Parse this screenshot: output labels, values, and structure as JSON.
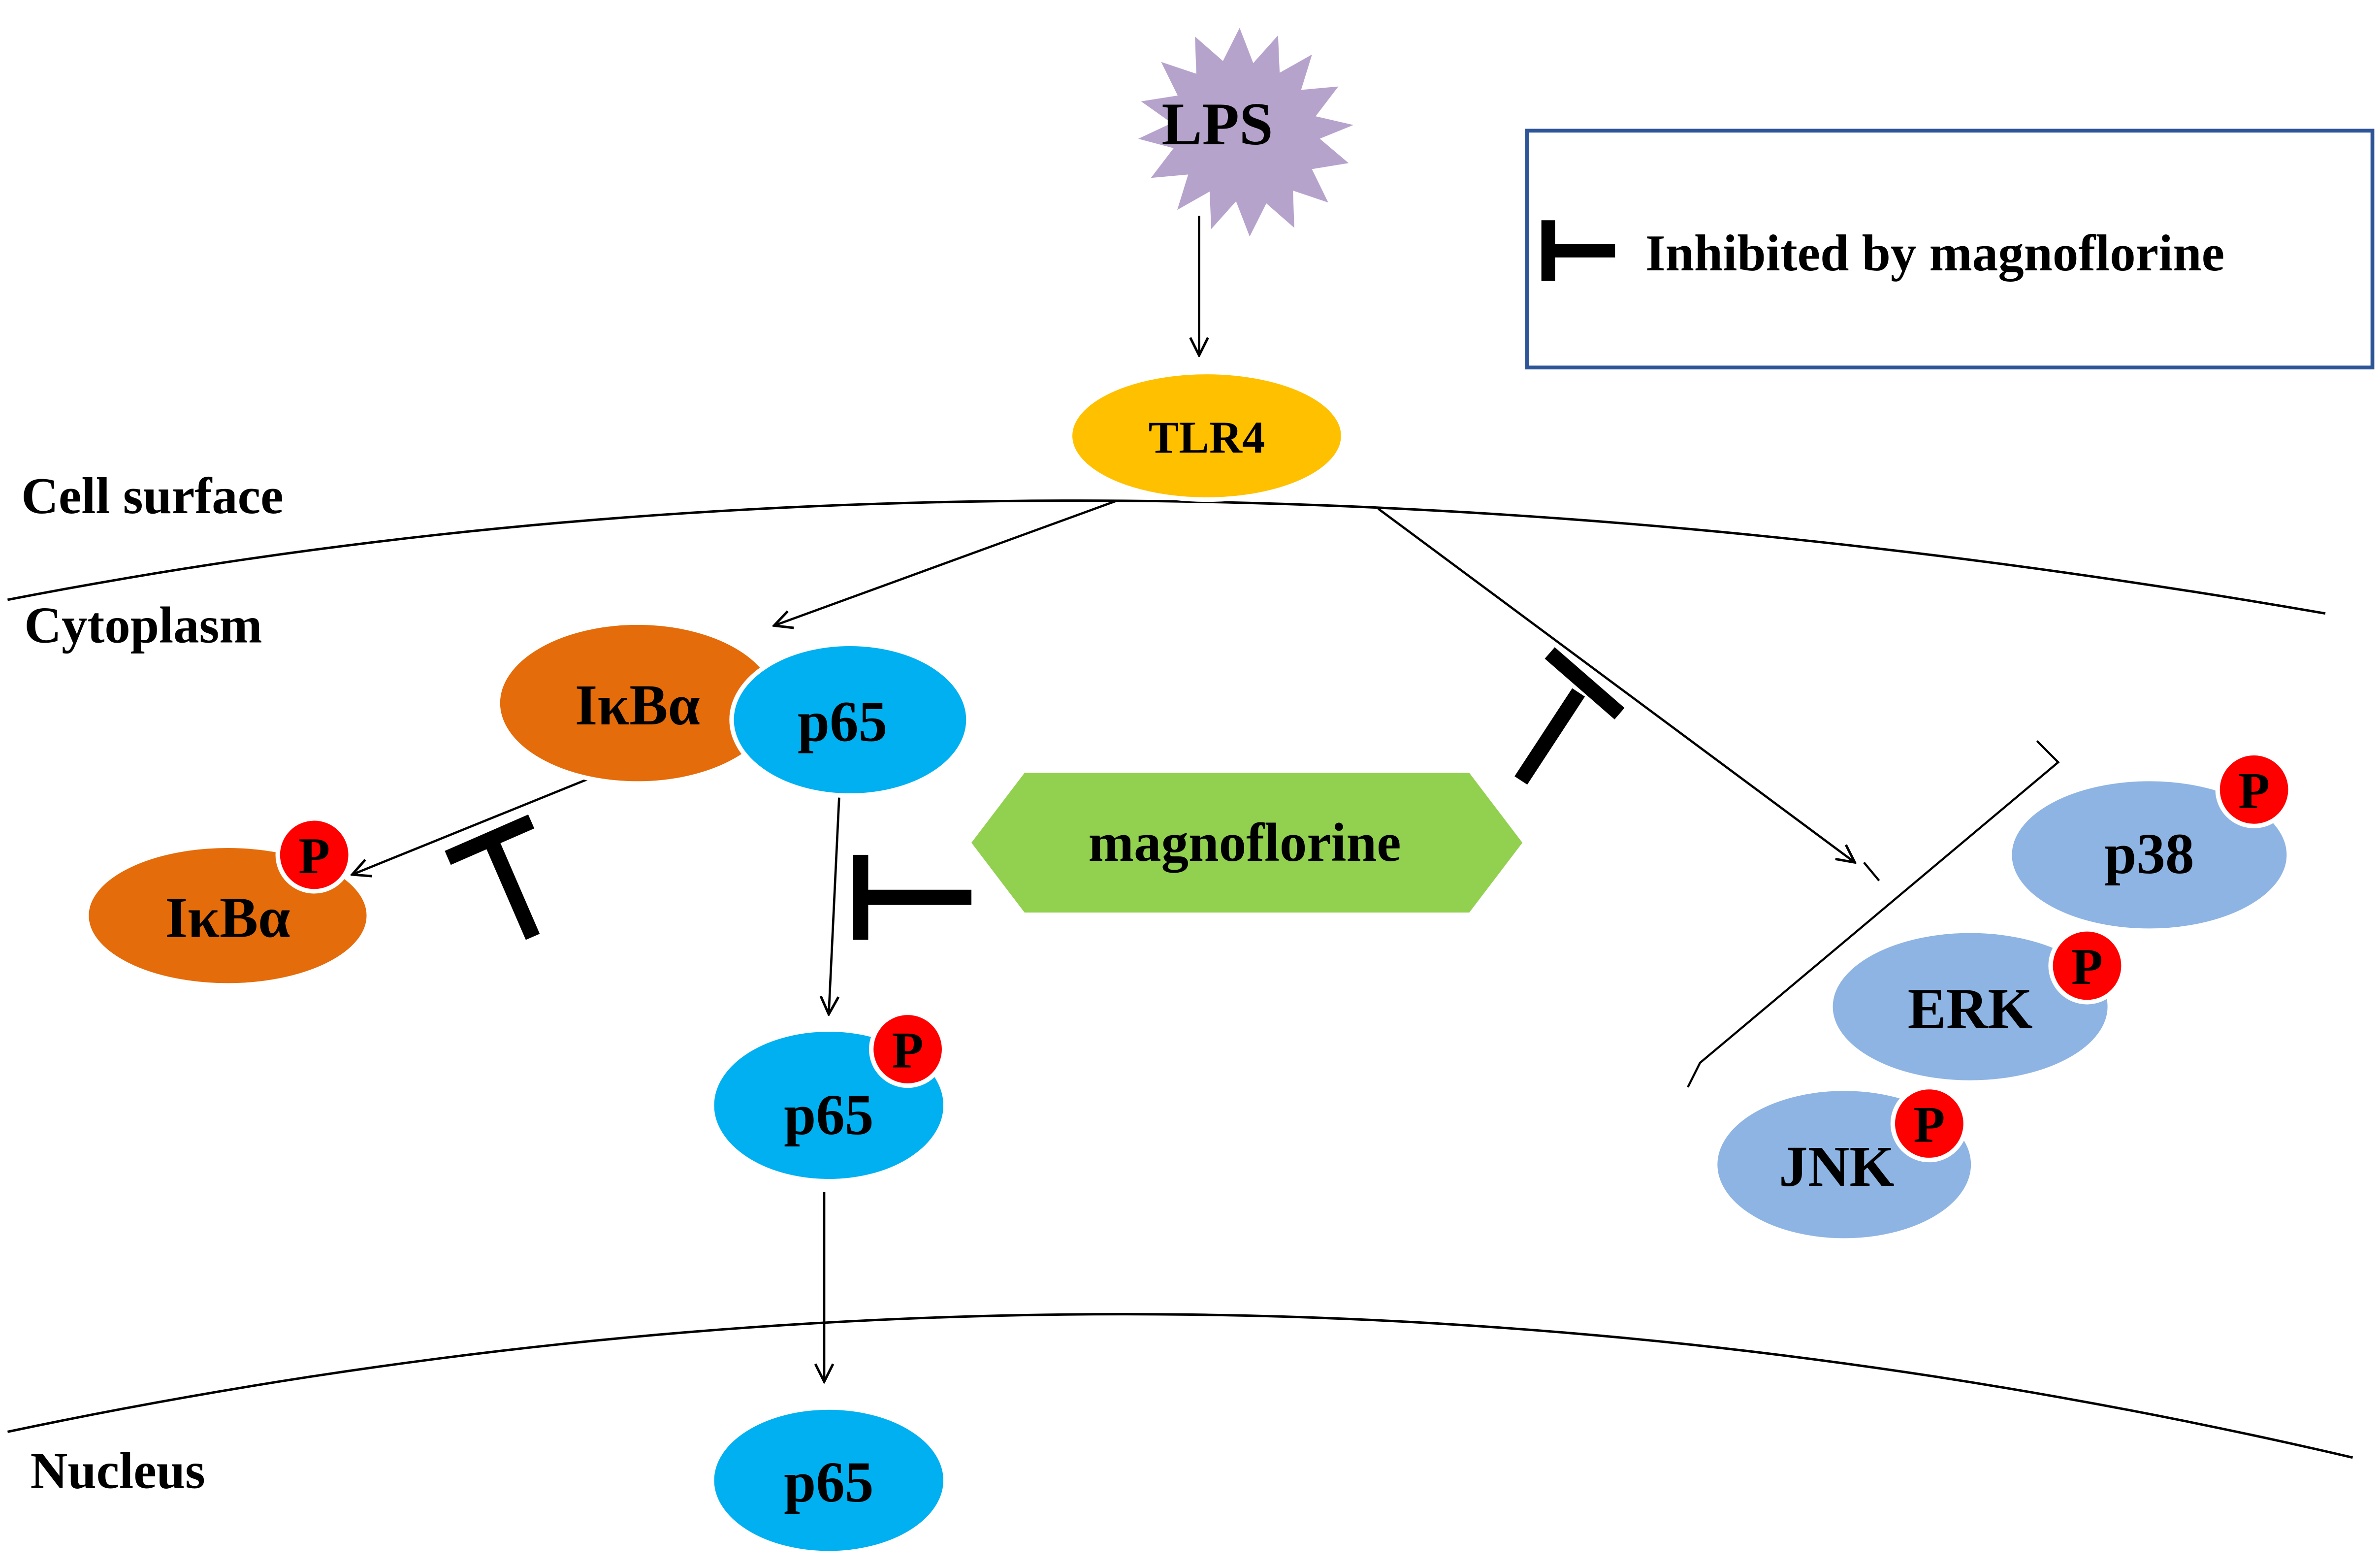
{
  "regions": {
    "cell_surface": "Cell surface",
    "cytoplasm": "Cytoplasm",
    "nucleus": "Nucleus"
  },
  "legend": {
    "text": "Inhibited by magnoflorine"
  },
  "nodes": {
    "lps": "LPS",
    "tlr4": "TLR4",
    "ikba_complex": "IκBα",
    "p65_complex": "p65",
    "ikba_phospho": "IκBα",
    "magnoflorine": "magnoflorine",
    "p65_phospho": "p65",
    "p65_nucleus": "p65",
    "p38": "p38",
    "erk": "ERK",
    "jnk": "JNK",
    "phospho_mark": "P"
  },
  "colors": {
    "lps": "#b6a3cc",
    "tlr4": "#ffc000",
    "ikba": "#e46c0a",
    "p65": "#00b0f0",
    "magnoflorine": "#92d050",
    "mapk": "#8eb4e3",
    "phospho": "#ff0000",
    "legend_border": "#2e5597"
  }
}
